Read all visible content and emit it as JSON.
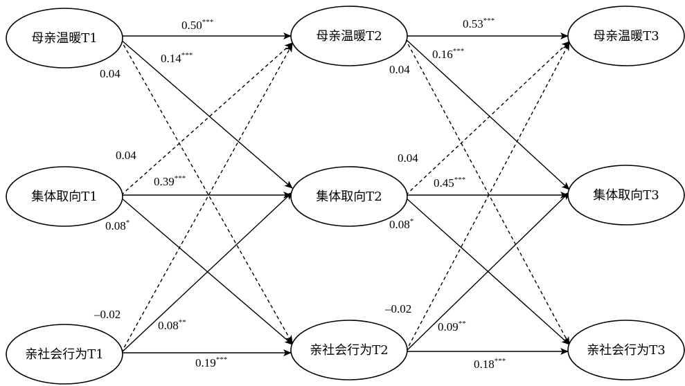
{
  "diagram": {
    "nodes": [
      {
        "id": "mw1",
        "label": "母亲温暖T1"
      },
      {
        "id": "co1",
        "label": "集体取向T1"
      },
      {
        "id": "pb1",
        "label": "亲社会行为T1"
      },
      {
        "id": "mw2",
        "label": "母亲温暖T2"
      },
      {
        "id": "co2",
        "label": "集体取向T2"
      },
      {
        "id": "pb2",
        "label": "亲社会行为T2"
      },
      {
        "id": "mw3",
        "label": "母亲温暖T3"
      },
      {
        "id": "co3",
        "label": "集体取向T3"
      },
      {
        "id": "pb3",
        "label": "亲社会行为T3"
      }
    ],
    "edges": [
      {
        "id": "e1",
        "from": "mw1",
        "to": "mw2",
        "style": "solid",
        "value": "0.50",
        "sig": "***"
      },
      {
        "id": "e2",
        "from": "mw1",
        "to": "co2",
        "style": "solid",
        "value": "0.14",
        "sig": "***"
      },
      {
        "id": "e3",
        "from": "mw1",
        "to": "pb2",
        "style": "dashed",
        "value": "0.04",
        "sig": ""
      },
      {
        "id": "e4",
        "from": "co1",
        "to": "mw2",
        "style": "dashed",
        "value": "0.04",
        "sig": ""
      },
      {
        "id": "e5",
        "from": "co1",
        "to": "co2",
        "style": "solid",
        "value": "0.39",
        "sig": "***"
      },
      {
        "id": "e6",
        "from": "co1",
        "to": "pb2",
        "style": "solid",
        "value": "0.08",
        "sig": "*"
      },
      {
        "id": "e7",
        "from": "pb1",
        "to": "mw2",
        "style": "dashed",
        "value": "–0.02",
        "sig": ""
      },
      {
        "id": "e8",
        "from": "pb1",
        "to": "co2",
        "style": "solid",
        "value": "0.08",
        "sig": "**"
      },
      {
        "id": "e9",
        "from": "pb1",
        "to": "pb2",
        "style": "solid",
        "value": "0.19",
        "sig": "***"
      },
      {
        "id": "e10",
        "from": "mw2",
        "to": "mw3",
        "style": "solid",
        "value": "0.53",
        "sig": "***"
      },
      {
        "id": "e11",
        "from": "mw2",
        "to": "co3",
        "style": "solid",
        "value": "0.16",
        "sig": "***"
      },
      {
        "id": "e12",
        "from": "mw2",
        "to": "pb3",
        "style": "dashed",
        "value": "0.04",
        "sig": ""
      },
      {
        "id": "e13",
        "from": "co2",
        "to": "mw3",
        "style": "dashed",
        "value": "0.04",
        "sig": ""
      },
      {
        "id": "e14",
        "from": "co2",
        "to": "co3",
        "style": "solid",
        "value": "0.45",
        "sig": "***"
      },
      {
        "id": "e15",
        "from": "co2",
        "to": "pb3",
        "style": "solid",
        "value": "0.08",
        "sig": "*"
      },
      {
        "id": "e16",
        "from": "pb2",
        "to": "mw3",
        "style": "dashed",
        "value": "–0.02",
        "sig": ""
      },
      {
        "id": "e17",
        "from": "pb2",
        "to": "co3",
        "style": "solid",
        "value": "0.09",
        "sig": "**"
      },
      {
        "id": "e18",
        "from": "pb2",
        "to": "pb3",
        "style": "solid",
        "value": "0.18",
        "sig": "***"
      }
    ]
  }
}
